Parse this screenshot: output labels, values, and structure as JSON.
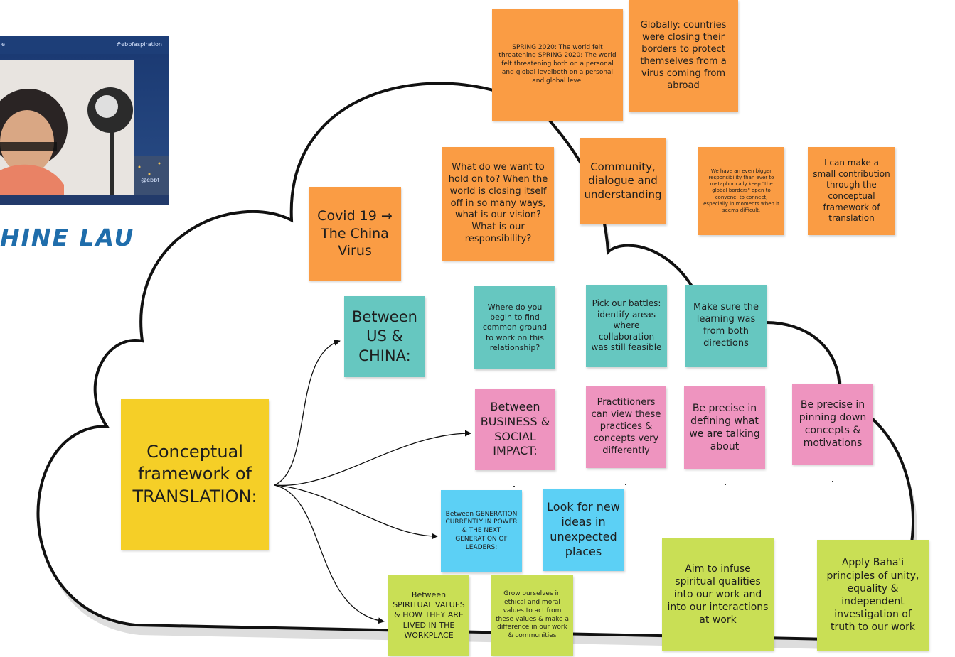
{
  "video": {
    "hashtag": "#ebbfaspiration",
    "handle": "@ebbf",
    "left_fragment": "e"
  },
  "speaker_name": "HINE LAU",
  "center": {
    "text": "Conceptual framework of TRANSLATION:"
  },
  "top_notes": [
    {
      "text": "SPRING 2020: The world felt threatening SPRING 2020: The world felt threatening both on a personal and global levelboth on a personal and global level"
    },
    {
      "text": "Globally: countries were closing their borders to protect themselves from a virus coming from abroad"
    }
  ],
  "row_orange": [
    {
      "text": "Covid 19 → The China Virus"
    },
    {
      "text": "What do we want to hold on to? When the world is closing itself off in so many ways, what is our vision? What is our responsibility?"
    },
    {
      "text": "Community, dialogue and understanding"
    },
    {
      "text": "We have an even bigger responsibility than ever to metaphorically keep \"the global borders\" open to convene, to connect, especially in moments when it seems difficult."
    },
    {
      "text": "I can make a small contribution through the conceptual framework of translation"
    }
  ],
  "row_teal": [
    {
      "text": "Between US & CHINA:"
    },
    {
      "text": "Where do you begin to find common ground to work on this relationship?"
    },
    {
      "text": "Pick our battles: identify areas where collaboration was still feasible"
    },
    {
      "text": "Make sure the learning was from both directions"
    }
  ],
  "row_pink": [
    {
      "text": "Between BUSINESS & SOCIAL IMPACT:"
    },
    {
      "text": "Practitioners can view these practices & concepts very differently"
    },
    {
      "text": "Be precise in defining what we are talking about"
    },
    {
      "text": "Be precise in pinning down concepts & motivations"
    }
  ],
  "row_blue": [
    {
      "text": "Between GENERATION CURRENTLY IN POWER & THE NEXT GENERATION OF LEADERS:"
    },
    {
      "text": "Look for new ideas in unexpected places"
    }
  ],
  "row_lime": [
    {
      "text": "Between SPIRITUAL VALUES & HOW THEY ARE LIVED IN THE WORKPLACE"
    },
    {
      "text": "Grow ourselves in ethical and moral values to act from these values & make a difference in our work & communities"
    },
    {
      "text": "Aim to infuse spiritual qualities into our work and into our interactions at work"
    },
    {
      "text": "Apply Baha'i principles of unity, equality & independent investigation of truth to our work"
    }
  ],
  "colors": {
    "orange": "#fa9c44",
    "teal": "#66c7c0",
    "pink": "#ee94bf",
    "blue": "#5cd0f5",
    "lime": "#c9df55",
    "yellow": "#f5cf27",
    "speaker_name": "#1f6dab"
  }
}
